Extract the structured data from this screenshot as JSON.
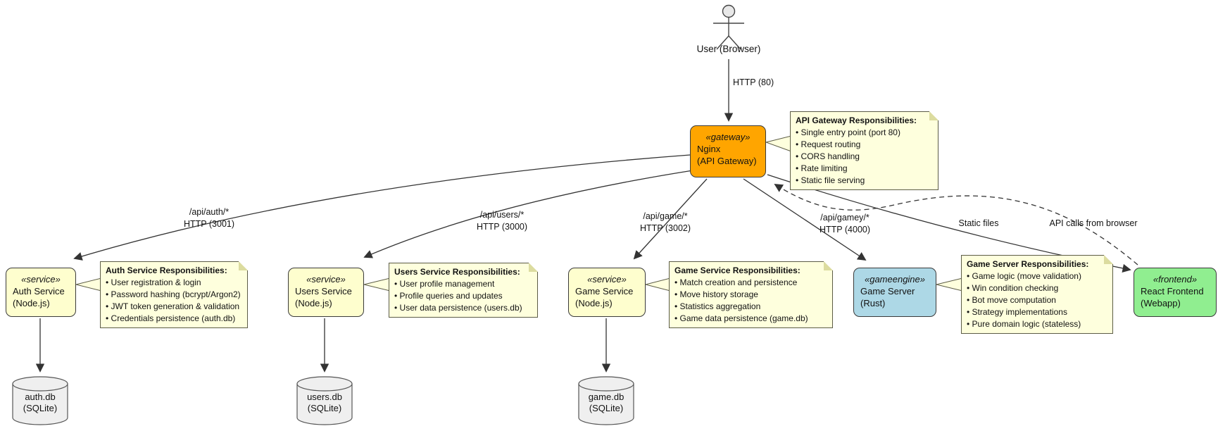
{
  "actor": {
    "label": "User (Browser)"
  },
  "gateway": {
    "stereotype": "«gateway»",
    "name": "Nginx",
    "sub": "(API Gateway)"
  },
  "services": {
    "auth": {
      "stereotype": "«service»",
      "name": "Auth Service",
      "sub": "(Node.js)"
    },
    "users": {
      "stereotype": "«service»",
      "name": "Users Service",
      "sub": "(Node.js)"
    },
    "game": {
      "stereotype": "«service»",
      "name": "Game Service",
      "sub": "(Node.js)"
    },
    "gameserver": {
      "stereotype": "«gameengine»",
      "name": "Game Server",
      "sub": "(Rust)"
    },
    "frontend": {
      "stereotype": "«frontend»",
      "name": "React Frontend",
      "sub": "(Webapp)"
    }
  },
  "notes": {
    "gateway": {
      "title": "API Gateway Responsibilities:",
      "items": [
        "Single entry point (port 80)",
        "Request routing",
        "CORS handling",
        "Rate limiting",
        "Static file serving"
      ]
    },
    "auth": {
      "title": "Auth Service Responsibilities:",
      "items": [
        "User registration & login",
        "Password hashing (bcrypt/Argon2)",
        "JWT token generation & validation",
        "Credentials persistence (auth.db)"
      ]
    },
    "users": {
      "title": "Users Service Responsibilities:",
      "items": [
        "User profile management",
        "Profile queries and updates",
        "User data persistence (users.db)"
      ]
    },
    "game": {
      "title": "Game Service Responsibilities:",
      "items": [
        "Match creation and persistence",
        "Move history storage",
        "Statistics aggregation",
        "Game data persistence (game.db)"
      ]
    },
    "gameserver": {
      "title": "Game Server Responsibilities:",
      "items": [
        "Game logic (move validation)",
        "Win condition checking",
        "Bot move computation",
        "Strategy implementations",
        "Pure domain logic (stateless)"
      ]
    }
  },
  "edges": {
    "user_gateway": "HTTP (80)",
    "auth": {
      "line1": "/api/auth/*",
      "line2": "HTTP (3001)"
    },
    "users": {
      "line1": "/api/users/*",
      "line2": "HTTP (3000)"
    },
    "game": {
      "line1": "/api/game/*",
      "line2": "HTTP (3002)"
    },
    "gamey": {
      "line1": "/api/gamey/*",
      "line2": "HTTP (4000)"
    },
    "static_files": "Static files",
    "api_calls": "API calls from browser"
  },
  "databases": {
    "auth": {
      "name": "auth.db",
      "sub": "(SQLite)"
    },
    "users": {
      "name": "users.db",
      "sub": "(SQLite)"
    },
    "game": {
      "name": "game.db",
      "sub": "(SQLite)"
    }
  },
  "colors": {
    "gateway": "#FFA500",
    "service": "#FEFECE",
    "gameengine": "#ADD8E6",
    "frontend": "#90EE90",
    "note": "#FEFFDD",
    "database": "#EFEFEF",
    "edge": "#333333"
  }
}
